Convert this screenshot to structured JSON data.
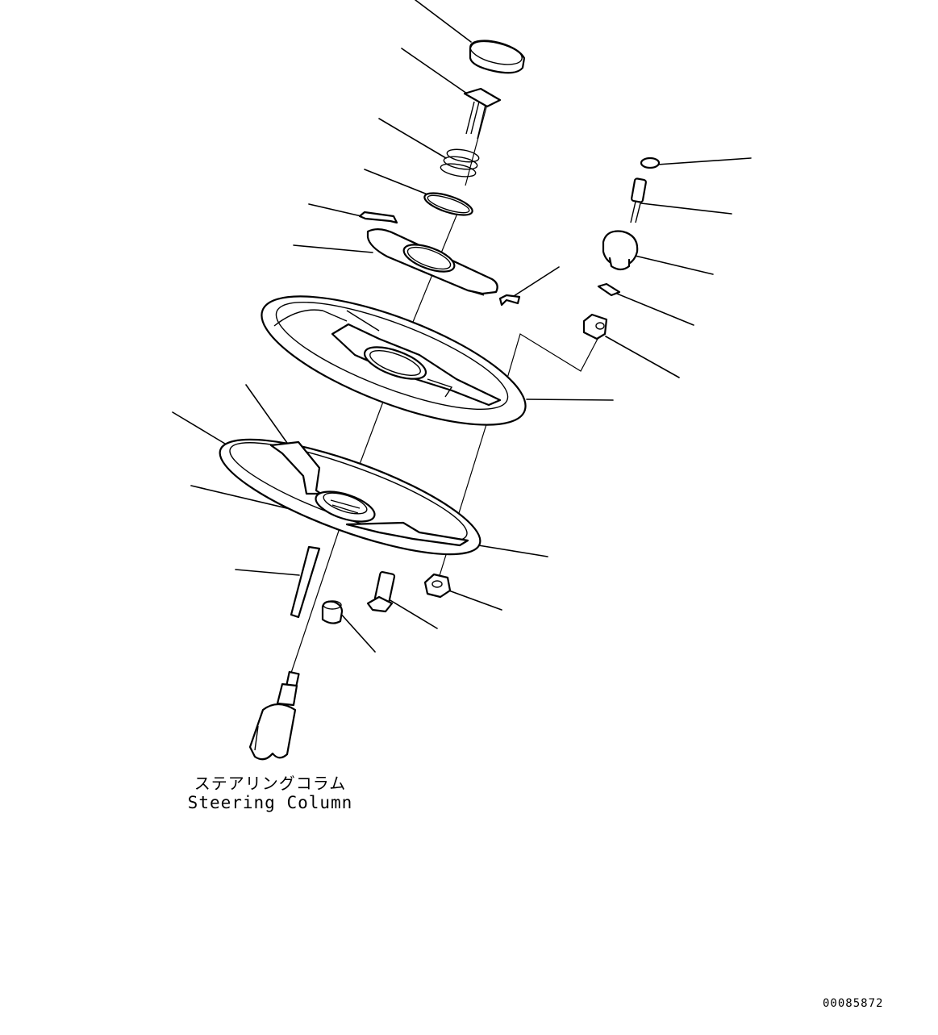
{
  "labels": {
    "steering_column_jp": "ステアリングコラム",
    "steering_column_en": "Steering Column"
  },
  "drawing_number": "00085872",
  "colors": {
    "line": "#000000",
    "background": "#ffffff"
  }
}
